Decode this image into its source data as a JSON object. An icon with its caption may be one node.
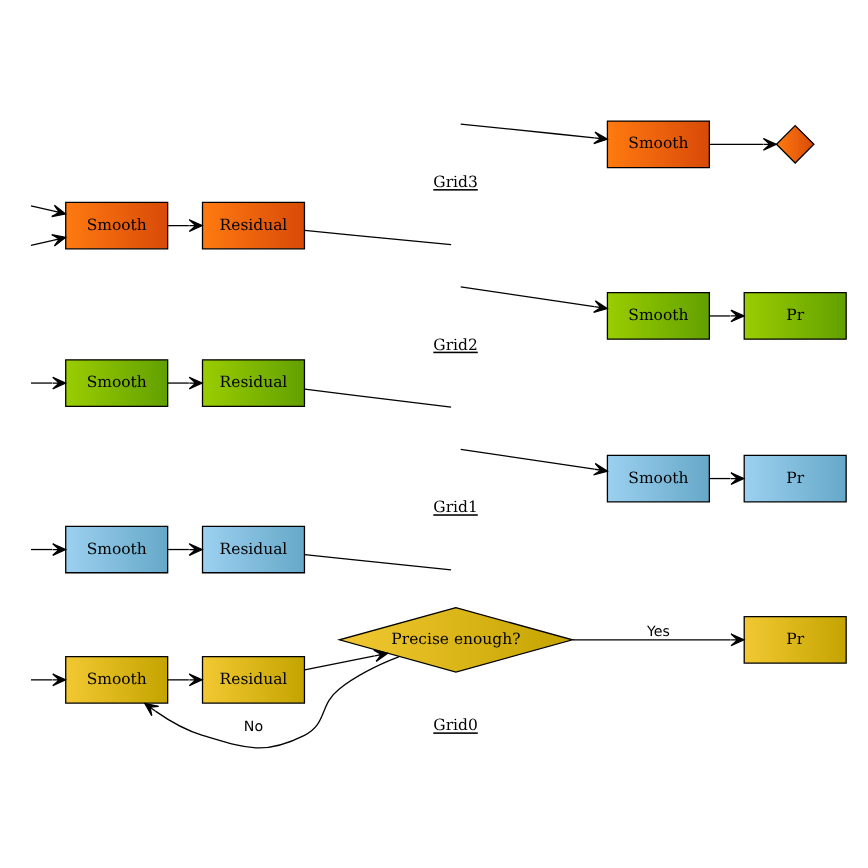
{
  "diagram": {
    "nodes": [
      {
        "text": [
          "Smooth"
        ]
      },
      {
        "text": [
          "Residual"
        ]
      },
      {
        "text": [
          "Smooth"
        ]
      },
      {
        "text": [],
        "shape": "diamond"
      },
      {
        "text": [
          "Smooth"
        ]
      },
      {
        "text": [
          "Residual"
        ]
      },
      {
        "text": [
          "Smooth"
        ]
      },
      {
        "text": [
          "Pr"
        ]
      },
      {
        "text": [
          "Smooth"
        ]
      },
      {
        "text": [
          "Residual"
        ]
      },
      {
        "text": [
          "Smooth"
        ]
      },
      {
        "text": [
          "Pr"
        ]
      },
      {
        "text": [
          "Smooth"
        ]
      },
      {
        "text": [
          "Residual"
        ]
      },
      {
        "text": [
          "Precise enough?"
        ]
      },
      {
        "text": [
          "Pr"
        ]
      }
    ],
    "edges": [
      {
        "from": null,
        "to": 0,
        "arrow": "to"
      },
      {
        "from": null,
        "to": 0,
        "arrow": "to"
      },
      {
        "from": 0,
        "to": 1,
        "arrow": "to"
      },
      {
        "from": 1,
        "to": null,
        "arrow": "none"
      },
      {
        "from": 2,
        "to": 3,
        "arrow": "to"
      },
      {
        "from": null,
        "to": 2,
        "arrow": "to"
      },
      {
        "from": null,
        "to": 4,
        "arrow": "to"
      },
      {
        "from": 4,
        "to": 5,
        "arrow": "to"
      },
      {
        "from": 5,
        "to": null,
        "arrow": "none"
      },
      {
        "from": 6,
        "to": 7,
        "arrow": "to"
      },
      {
        "from": null,
        "to": 6,
        "arrow": "to"
      },
      {
        "from": null,
        "to": 8,
        "arrow": "to"
      },
      {
        "from": 8,
        "to": 9,
        "arrow": "to"
      },
      {
        "from": 9,
        "to": null,
        "arrow": "none"
      },
      {
        "from": 10,
        "to": 11,
        "arrow": "to"
      },
      {
        "from": null,
        "to": 10,
        "arrow": "to"
      },
      {
        "from": null,
        "to": 12,
        "arrow": "to"
      },
      {
        "from": 12,
        "to": 13,
        "arrow": "to"
      },
      {
        "from": 13,
        "to": 14,
        "arrow": "to"
      },
      {
        "from": 14,
        "to": 15,
        "label": "Yes",
        "arrow": "to"
      },
      {
        "from": 14,
        "to": 12,
        "label": "No",
        "arrow": "to"
      }
    ],
    "labels": [
      "Grid3",
      "Grid2",
      "Grid1",
      "Grid0"
    ]
  }
}
